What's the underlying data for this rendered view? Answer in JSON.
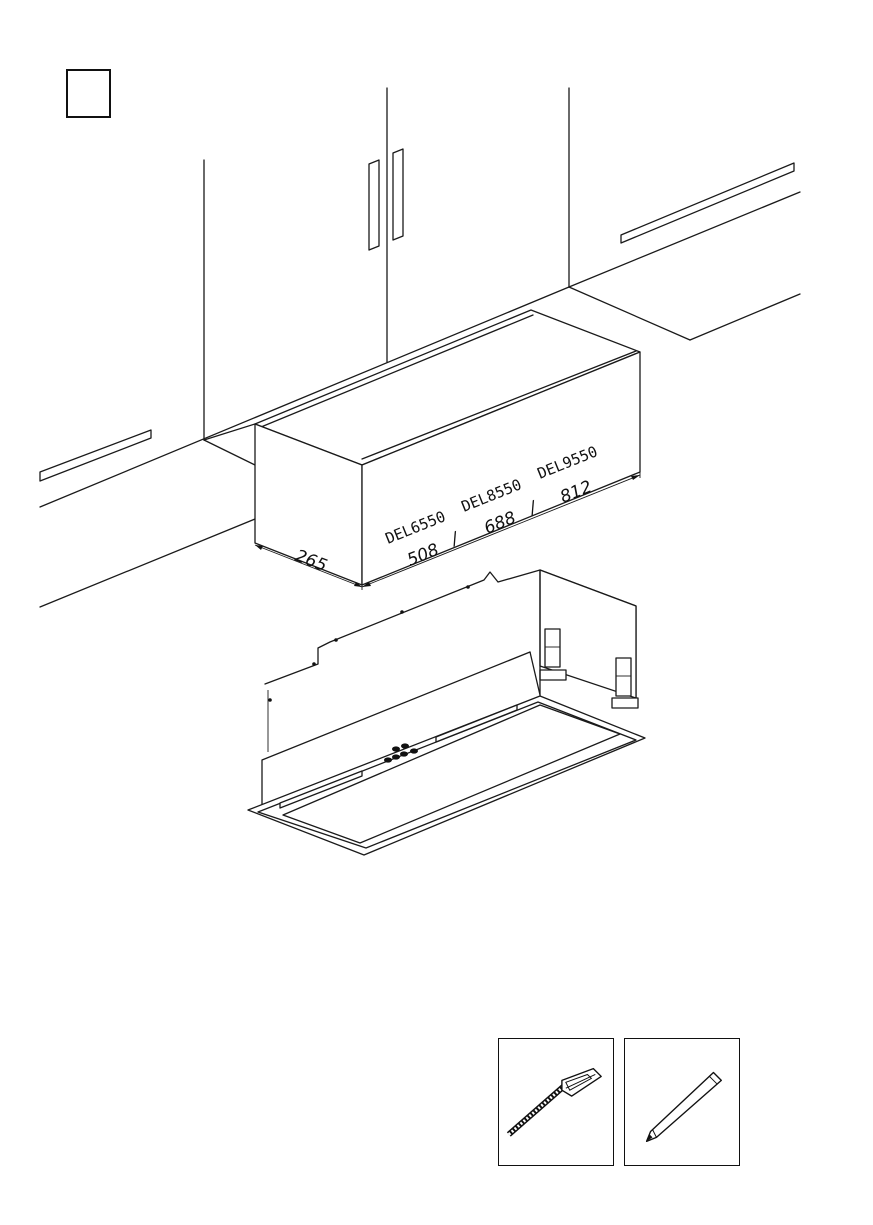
{
  "step": {
    "number": ""
  },
  "models": [
    {
      "model": "DEL6550",
      "width": "508"
    },
    {
      "model": "DEL8550",
      "width": "688"
    },
    {
      "model": "DEL9550",
      "width": "812"
    }
  ],
  "separator": "/",
  "depth": "265",
  "tools": [
    {
      "name": "screwdriver-icon"
    },
    {
      "name": "pencil-icon"
    }
  ]
}
